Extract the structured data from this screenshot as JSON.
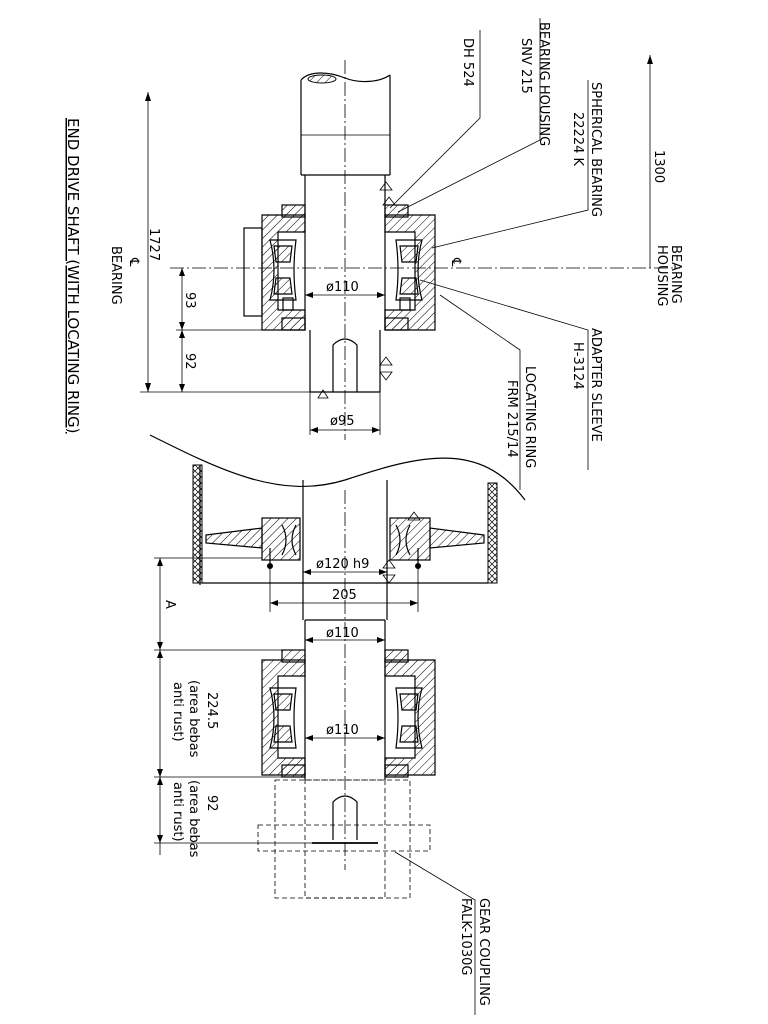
{
  "title": "END DRIVE SHAFT (WITH LOCATING RING)",
  "labels": {
    "bearing_housing": "BEARING HOUSING",
    "bearing_housing_model": "SNV 215",
    "dh": "DH 524",
    "spherical_bearing": "SPHERICAL BEARING",
    "spherical_bearing_model": "22224 K",
    "adapter_sleeve": "ADAPTER SLEEVE",
    "adapter_sleeve_model": "H-3124",
    "locating_ring": "LOCATING RING",
    "locating_ring_model": "FRM 215/14",
    "gear_coupling": "GEAR COUPLING",
    "gear_coupling_model": "FALK-1030G",
    "bearing_left": "BEARING",
    "bearing_housing_right_1": "BEARING",
    "bearing_housing_right_2": "HOUSING",
    "cl_symbol": "℄"
  },
  "dimensions": {
    "d1300": "1300",
    "d1727": "1727",
    "d93": "93",
    "d92_top": "92",
    "phi110_top": "ø110",
    "phi95": "ø95",
    "phi120": "ø120 h9",
    "d205": "205",
    "phi110_mid": "ø110",
    "phi110_low": "ø110",
    "dA": "A",
    "d224": "224.5",
    "d224_note1": "(area bebas",
    "d224_note2": "anti rust)",
    "d92_low": "92",
    "d92_note1": "(area bebas",
    "d92_note2": "anti rust)"
  }
}
